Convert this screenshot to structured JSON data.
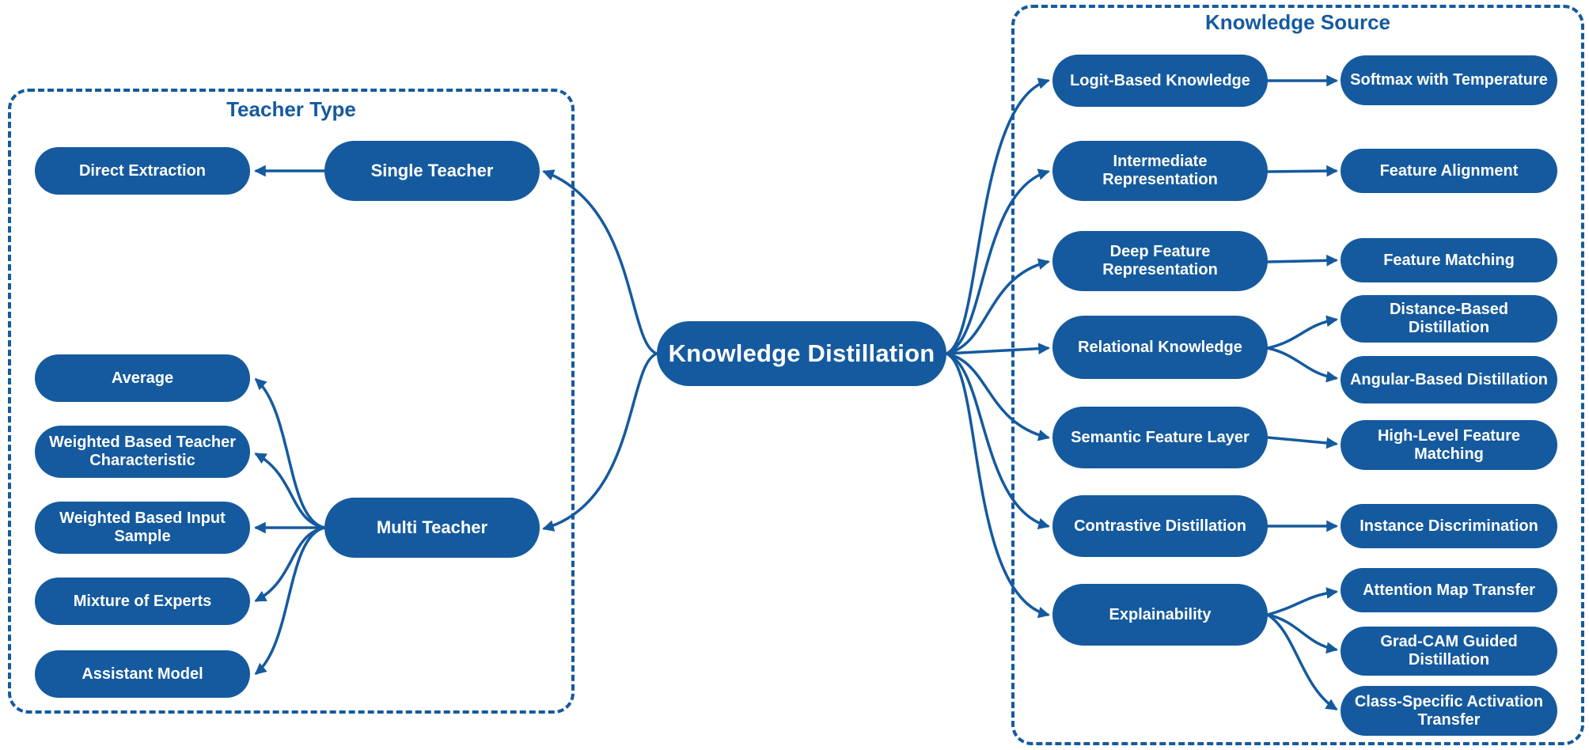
{
  "colors": {
    "primary": "#155A9E",
    "node_text": "#FFFFFF"
  },
  "root": {
    "label": "Knowledge Distillation"
  },
  "teacher_type": {
    "title": "Teacher Type",
    "nodes": {
      "single_teacher": "Single Teacher",
      "direct_extraction": "Direct Extraction",
      "multi_teacher": "Multi Teacher",
      "average": "Average",
      "weighted_teacher_characteristic": "Weighted Based Teacher Characteristic",
      "weighted_input_sample": "Weighted Based Input Sample",
      "mixture_of_experts": "Mixture of Experts",
      "assistant_model": "Assistant Model"
    }
  },
  "knowledge_source": {
    "title": "Knowledge Source",
    "nodes": {
      "logit_based_knowledge": "Logit-Based Knowledge",
      "softmax_with_temperature": "Softmax with Temperature",
      "intermediate_representation": "Intermediate Representation",
      "feature_alignment": "Feature Alignment",
      "deep_feature_representation": "Deep Feature Representation",
      "feature_matching": "Feature Matching",
      "relational_knowledge": "Relational Knowledge",
      "distance_based_distillation": "Distance-Based Distillation",
      "angular_based_distillation": "Angular-Based Distillation",
      "semantic_feature_layer": "Semantic Feature Layer",
      "high_level_feature_matching": "High-Level Feature Matching",
      "contrastive_distillation": "Contrastive Distillation",
      "instance_discrimination": "Instance Discrimination",
      "explainability": "Explainability",
      "attention_map_transfer": "Attention Map Transfer",
      "grad_cam_guided_distillation": "Grad-CAM Guided Distillation",
      "class_specific_activation_transfer": "Class-Specific Activation Transfer"
    }
  }
}
